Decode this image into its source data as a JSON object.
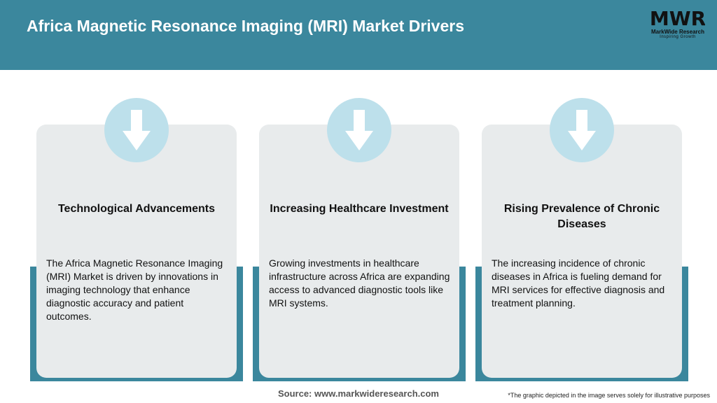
{
  "header": {
    "title": "Africa Magnetic Resonance Imaging (MRI) Market Drivers",
    "logo": {
      "mark": "MWR",
      "name": "MarkWide Research",
      "tagline": "Inspiring Growth"
    }
  },
  "cards": [
    {
      "icon": "down-arrow-icon",
      "heading": "Technological Advancements",
      "body": "The Africa Magnetic Resonance Imaging (MRI) Market is driven by innovations in imaging technology that enhance diagnostic accuracy and patient outcomes."
    },
    {
      "icon": "down-arrow-icon",
      "heading": "Increasing Healthcare Investment",
      "body": "Growing investments in healthcare infrastructure across Africa are expanding access to advanced diagnostic tools like MRI systems."
    },
    {
      "icon": "down-arrow-icon",
      "heading": "Rising Prevalence of Chronic Diseases",
      "body": "The increasing incidence of chronic diseases in Africa is fueling demand for MRI services for effective diagnosis and treatment planning."
    }
  ],
  "footer": {
    "source": "Source: www.markwideresearch.com",
    "disclaimer": "*The graphic depicted in the image serves solely for illustrative purposes"
  },
  "colors": {
    "header": "#3b879d",
    "accent": "#3b879d",
    "panel": "#e8ebec",
    "icon_circle": "#bde0eb"
  }
}
